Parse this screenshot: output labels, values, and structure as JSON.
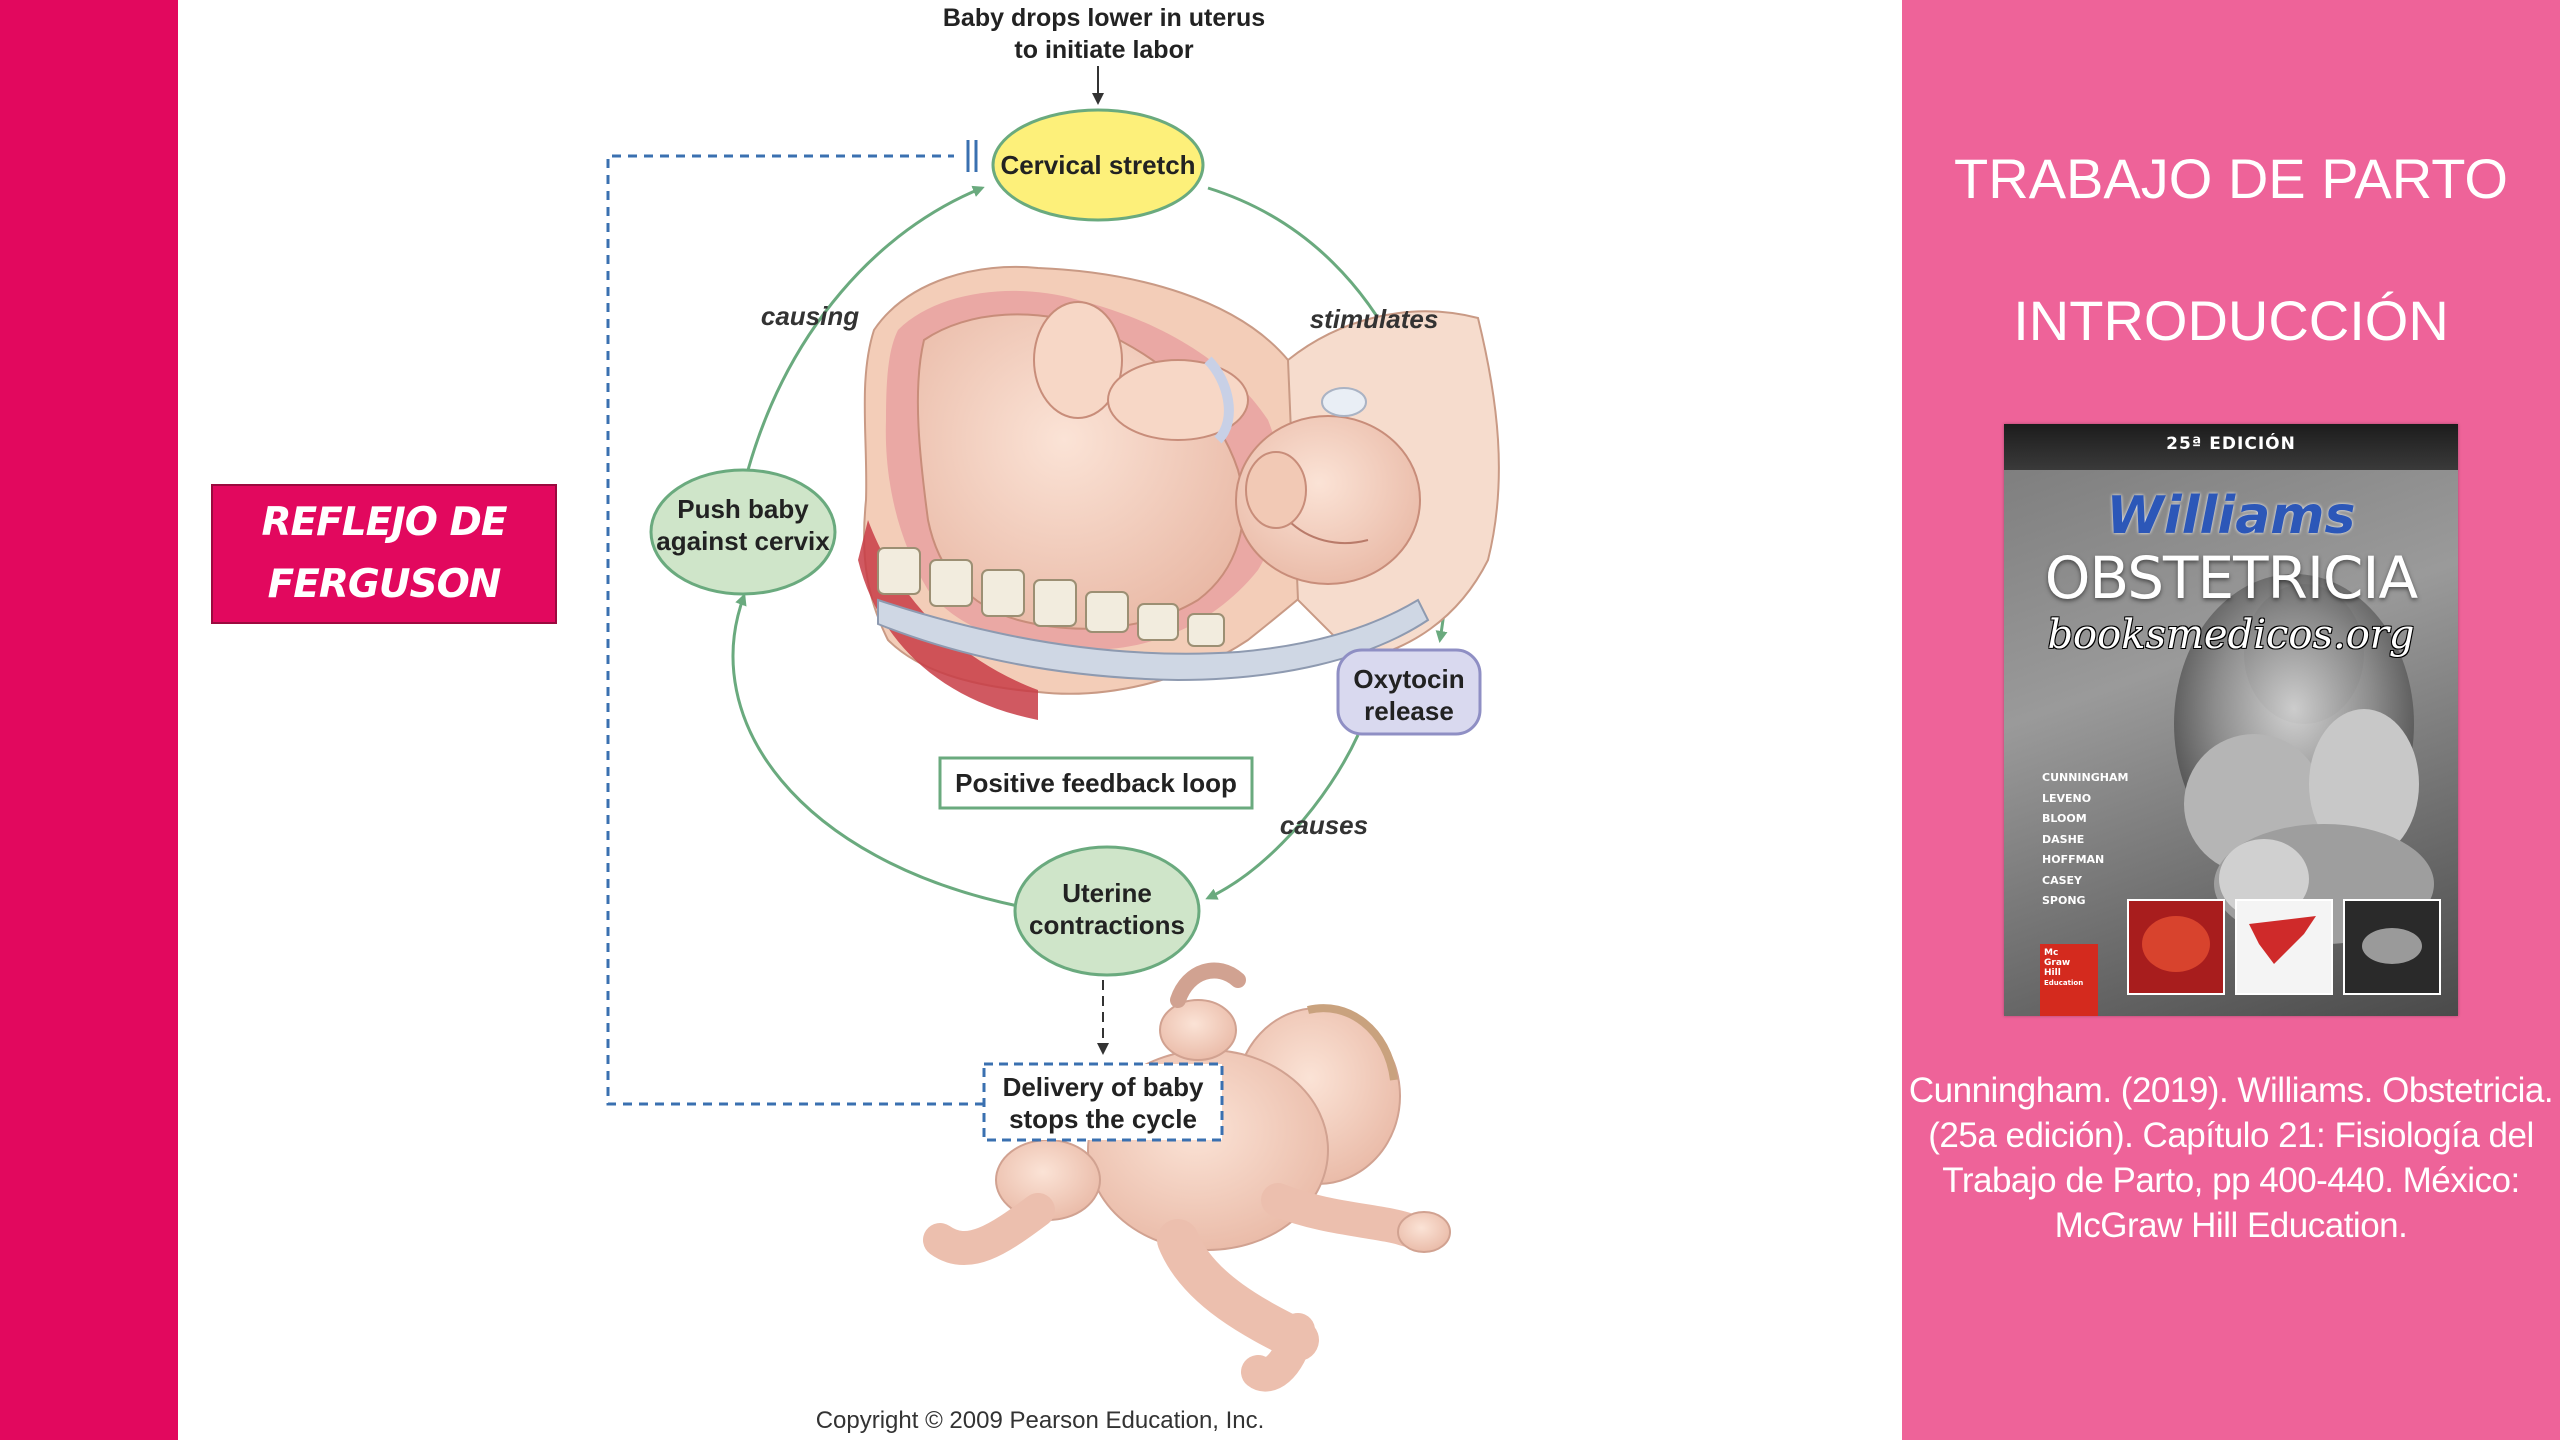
{
  "slide": {
    "left_bar_color": "#E2085E",
    "right_panel_color": "#EE6399",
    "label": {
      "line1": "REFLEJO DE",
      "line2": "FERGUSON"
    },
    "title1": "TRABAJO DE PARTO",
    "title2": "INTRODUCCIÓN",
    "citation": "Cunningham. (2019). Williams. Obstetricia. (25a edición). Capítulo 21: Fisiología del Trabajo de Parto, pp 400-440. México: McGraw Hill Education."
  },
  "book": {
    "edition": "25ª EDICIÓN",
    "title": "Williams",
    "subtitle": "OBSTETRICIA",
    "watermark": "booksmedicos.org",
    "authors": [
      "CUNNINGHAM",
      "LEVENO",
      "BLOOM",
      "DASHE",
      "HOFFMAN",
      "CASEY",
      "SPONG"
    ],
    "publisher": [
      "Mc",
      "Graw",
      "Hill",
      "Education"
    ]
  },
  "diagram": {
    "top_text_1": "Baby drops lower in uterus",
    "top_text_2": "to initiate labor",
    "cervical_stretch": "Cervical stretch",
    "stimulates": "stimulates",
    "oxytocin_1": "Oxytocin",
    "oxytocin_2": "release",
    "causes": "causes",
    "uterine_1": "Uterine",
    "uterine_2": "contractions",
    "push_1": "Push baby",
    "push_2": "against cervix",
    "causing": "causing",
    "loop_label": "Positive feedback loop",
    "delivery_1": "Delivery of baby",
    "delivery_2": "stops the cycle",
    "copyright": "Copyright © 2009 Pearson Education, Inc."
  }
}
